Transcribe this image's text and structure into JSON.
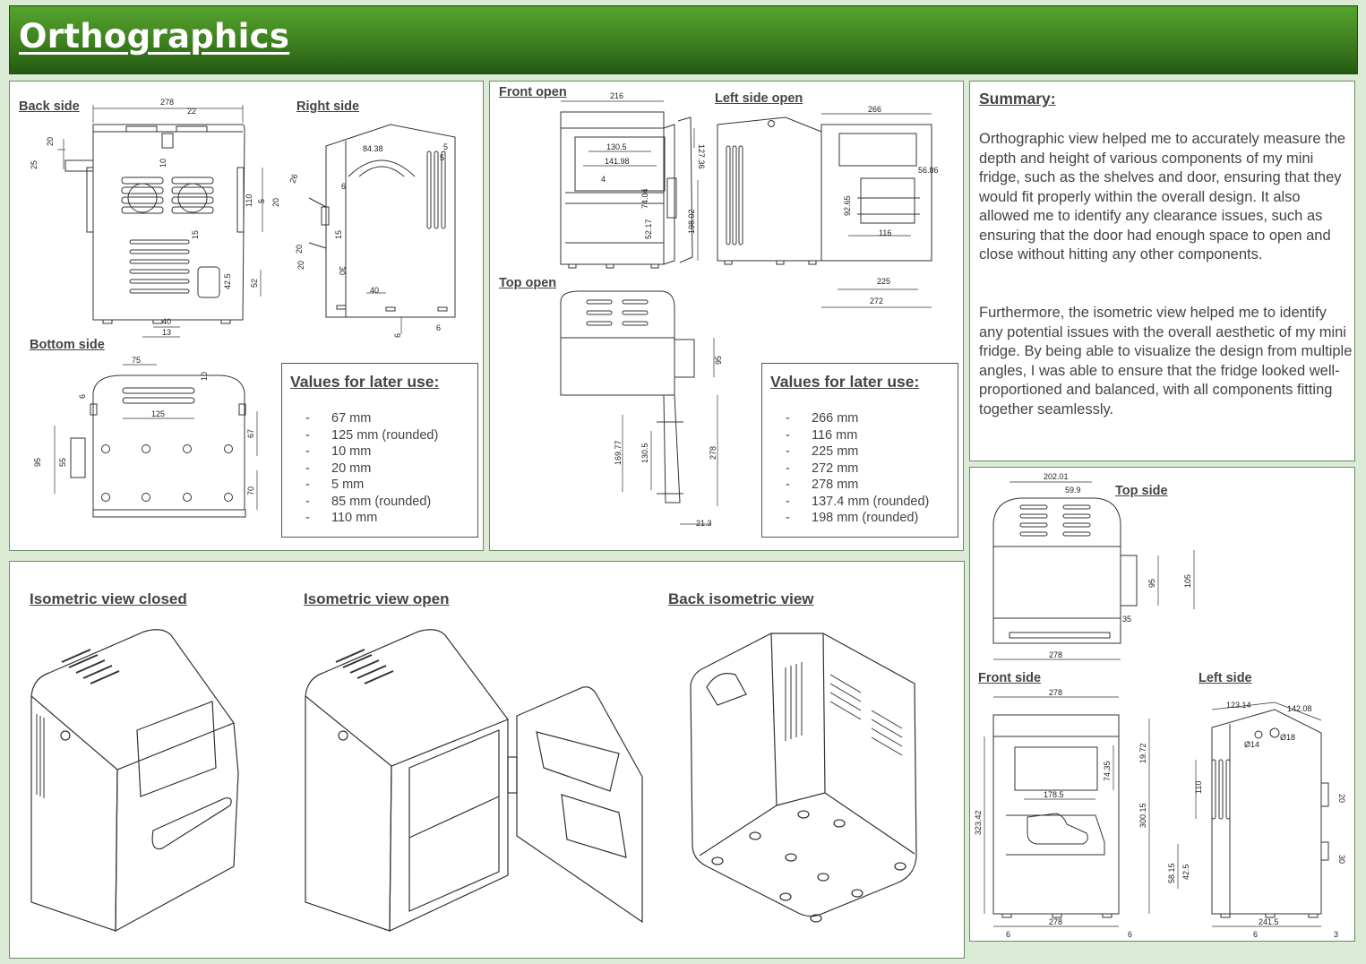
{
  "page_title": "Orthographics",
  "panel1": {
    "labels": {
      "back_side": "Back side",
      "right_side": "Right side",
      "bottom_side": "Bottom side"
    },
    "values_title": "Values for later use:",
    "values": [
      "67 mm",
      "125 mm (rounded)",
      "10 mm",
      "20 mm",
      "5 mm",
      "85 mm (rounded)",
      "110 mm"
    ]
  },
  "panel2": {
    "labels": {
      "front_open": "Front open",
      "left_side_open": "Left side open",
      "top_open": "Top open"
    },
    "values_title": "Values for later use:",
    "values": [
      "266 mm",
      "116 mm",
      "225 mm",
      "272 mm",
      "278 mm",
      "137.4 mm (rounded)",
      "198 mm (rounded)"
    ]
  },
  "summary": {
    "title": "Summary:",
    "paragraph1": "Orthographic view helped me to accurately measure the depth and height of various components of my mini fridge, such as the shelves and door, ensuring that they would fit properly within the overall design. It also allowed me to identify any clearance issues, such as ensuring that the door had enough space to open and close without hitting any other components.",
    "paragraph2": "Furthermore, the isometric view helped me to identify any potential issues with the overall aesthetic of my mini fridge. By being able to visualize the design from multiple angles, I was able to ensure that the fridge looked well-proportioned and balanced, with all components fitting together seamlessly."
  },
  "iso": {
    "closed": "Isometric view closed",
    "open": "Isometric view open",
    "back": "Back isometric view"
  },
  "panel4": {
    "labels": {
      "top_side": "Top side",
      "front_side": "Front side",
      "left_side": "Left side"
    }
  },
  "dimensions": {
    "back": [
      "278",
      "22",
      "20",
      "25",
      "10",
      "110",
      "5",
      "20",
      "15",
      "52",
      "42.5",
      "40",
      "13"
    ],
    "right": [
      "84.38",
      "5",
      "5",
      "26",
      "6",
      "20",
      "15",
      "20",
      "30",
      "40",
      "6",
      "6"
    ],
    "bottom": [
      "75",
      "10",
      "6",
      "125",
      "67",
      "95",
      "55",
      "70"
    ],
    "front_open": [
      "216",
      "130.5",
      "141.98",
      "4",
      "74.04",
      "52.17",
      "198.02",
      "127.36"
    ],
    "left_open": [
      "266",
      "56.86",
      "92.65",
      "116",
      "225",
      "272"
    ],
    "top_open": [
      "95",
      "169.77",
      "130.5",
      "278",
      "21.3"
    ],
    "top_side": [
      "202.01",
      "59.9",
      "95",
      "105",
      "35",
      "278"
    ],
    "front_side": [
      "278",
      "19.72",
      "74.35",
      "178.5",
      "323.42",
      "300.15",
      "278",
      "6",
      "6"
    ],
    "left_side": [
      "123.14",
      "142.08",
      "Ø14",
      "Ø18",
      "110",
      "20",
      "30",
      "58.15",
      "42.5",
      "241.5",
      "6",
      "3"
    ]
  }
}
